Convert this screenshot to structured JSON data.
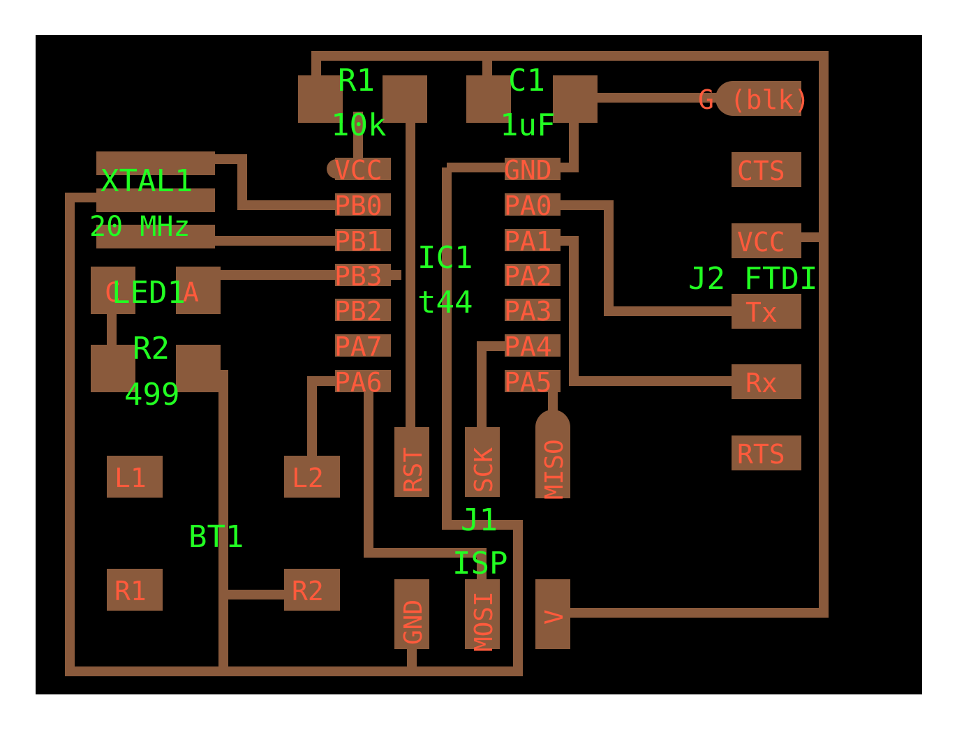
{
  "colors": {
    "background": "#000000",
    "copper": "#8a5a3c",
    "pad_label": "#ff5a3c",
    "silkscreen": "#22ff22"
  },
  "components": {
    "r1": {
      "ref": "R1",
      "value": "10k"
    },
    "c1": {
      "ref": "C1",
      "value": "1uF"
    },
    "xtal1": {
      "ref": "XTAL1",
      "value": "20 MHz"
    },
    "ic1": {
      "ref": "IC1",
      "value": "t44"
    },
    "led1": {
      "ref": "LED1",
      "pad_c": "C",
      "pad_a": "A"
    },
    "r2": {
      "ref": "R2",
      "value": "499"
    },
    "j2": {
      "ref": "J2 FTDI"
    },
    "j1": {
      "ref": "J1",
      "value": "ISP"
    },
    "bt1": {
      "ref": "BT1"
    }
  },
  "ic_pins_left": [
    "VCC",
    "PB0",
    "PB1",
    "PB3",
    "PB2",
    "PA7",
    "PA6"
  ],
  "ic_pins_right": [
    "GND",
    "PA0",
    "PA1",
    "PA2",
    "PA3",
    "PA4",
    "PA5"
  ],
  "ftdi_pins": {
    "gnd": "G (blk)",
    "cts": "CTS",
    "vcc": "VCC",
    "tx": "Tx",
    "rx": "Rx",
    "rts": "RTS"
  },
  "isp_pins": {
    "rst": "RST",
    "sck": "SCK",
    "miso": "MISO",
    "gnd": "GND",
    "mosi": "MOSI",
    "v": "V"
  },
  "pads": {
    "l1": "L1",
    "l2": "L2",
    "r1": "R1",
    "r2": "R2"
  }
}
